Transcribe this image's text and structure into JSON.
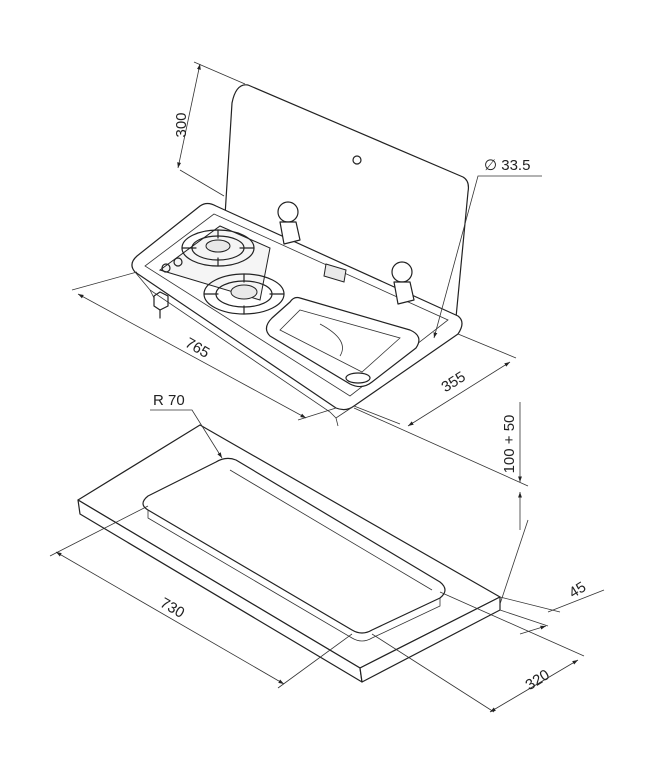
{
  "dimensions": {
    "lid_height": "300",
    "tap_hole": "∅ 33.5",
    "unit_width": "765",
    "unit_depth": "355",
    "clearance": "100 + 50",
    "corner_radius": "R 70",
    "cutout_width": "730",
    "counter_thickness": "45",
    "cutout_depth": "320"
  }
}
